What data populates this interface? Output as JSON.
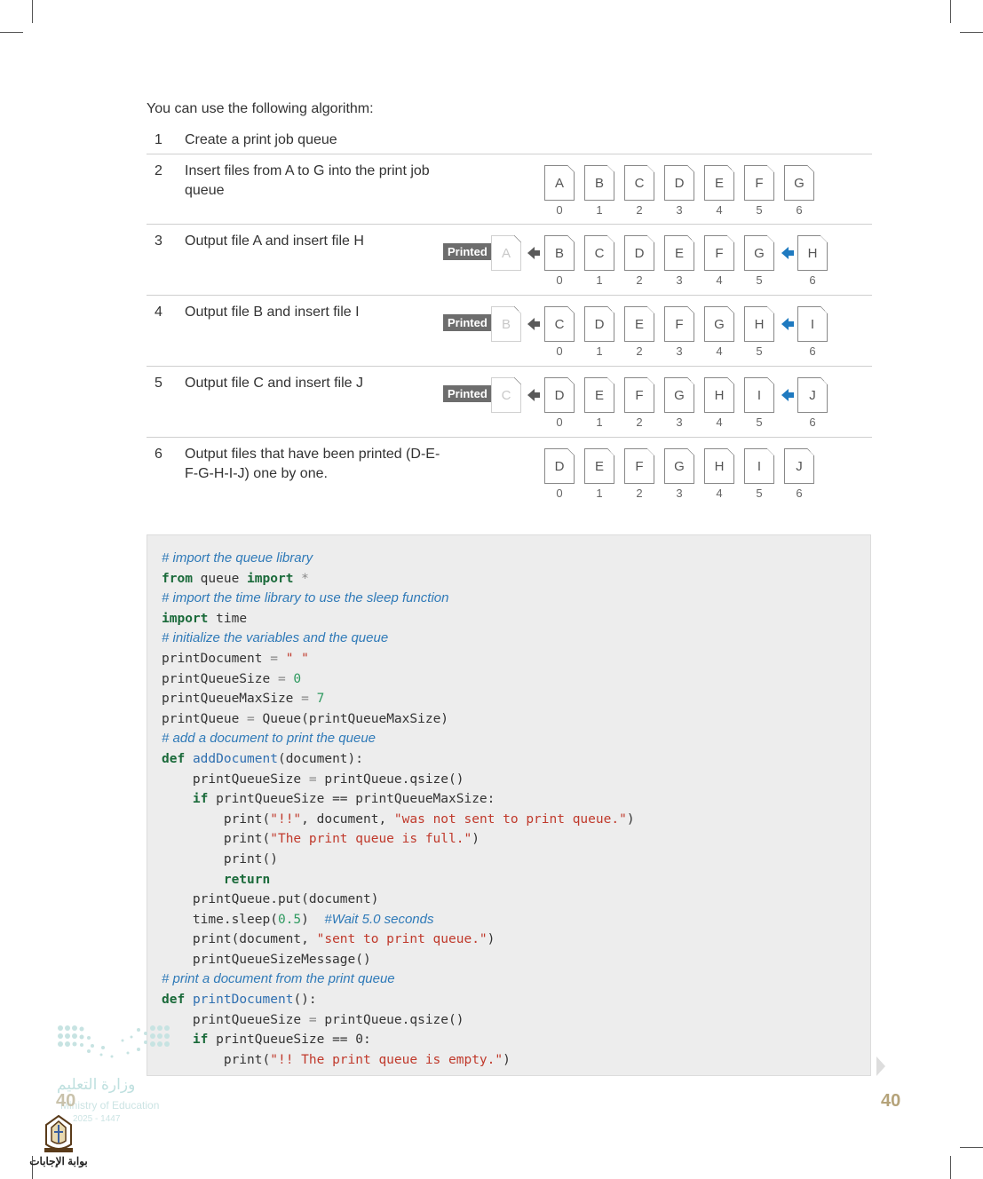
{
  "intro": "You can use the following algorithm:",
  "steps": [
    {
      "num": "1",
      "text": "Create a print job queue"
    },
    {
      "num": "2",
      "text": "Insert files from A to G into the print job queue"
    },
    {
      "num": "3",
      "text": "Output file A and insert file H"
    },
    {
      "num": "4",
      "text": "Output file B and insert file I"
    },
    {
      "num": "5",
      "text": "Output file C and insert file J"
    },
    {
      "num": "6",
      "text": "Output files that have been printed (D-E-F-G-H-I-J) one by one."
    }
  ],
  "printed_label": "Printed",
  "queues": {
    "q2": {
      "files": [
        "A",
        "B",
        "C",
        "D",
        "E",
        "F",
        "G"
      ]
    },
    "q3": {
      "out": "A",
      "files": [
        "B",
        "C",
        "D",
        "E",
        "F",
        "G",
        "H"
      ]
    },
    "q4": {
      "out": "B",
      "files": [
        "C",
        "D",
        "E",
        "F",
        "G",
        "H",
        "I"
      ]
    },
    "q5": {
      "out": "C",
      "files": [
        "D",
        "E",
        "F",
        "G",
        "H",
        "I",
        "J"
      ]
    },
    "q6": {
      "files": [
        "D",
        "E",
        "F",
        "G",
        "H",
        "I",
        "J"
      ]
    }
  },
  "indices": [
    "0",
    "1",
    "2",
    "3",
    "4",
    "5",
    "6"
  ],
  "code": {
    "l1": "# import the queue library",
    "l2_kw1": "from",
    "l2_mod": "queue",
    "l2_kw2": "import",
    "l2_star": "*",
    "l3": "# import the time library to use the sleep function",
    "l4_kw": "import",
    "l4_mod": "time",
    "l5": "# initialize the variables and the queue",
    "l6_var": "printDocument",
    "l6_eq": "=",
    "l6_str": "\" \"",
    "l7_var": "printQueueSize",
    "l7_eq": "=",
    "l7_num": "0",
    "l8_var": "printQueueMaxSize",
    "l8_eq": "=",
    "l8_num": "7",
    "l9_var": "printQueue",
    "l9_eq": "=",
    "l9_rest": "Queue(printQueueMaxSize)",
    "l10": "# add a document to print the queue",
    "l11_kw": "def",
    "l11_fn": "addDocument",
    "l11_rest": "(document):",
    "l12_a": "printQueueSize",
    "l12_eq": "=",
    "l12_b": "printQueue.qsize()",
    "l13_kw": "if",
    "l13_rest": "printQueueSize == printQueueMaxSize:",
    "l14_a": "print(",
    "l14_s1": "\"!!\"",
    "l14_b": ", document,",
    "l14_s2": "\"was not sent to print queue.\"",
    "l14_c": ")",
    "l15_a": "print(",
    "l15_s": "\"The print queue is full.\"",
    "l15_c": ")",
    "l16": "print()",
    "l17_kw": "return",
    "l18": "printQueue.put(document)",
    "l19_a": "time.sleep(",
    "l19_num": "0.5",
    "l19_b": ")",
    "l19_c": "#Wait 5.0 seconds",
    "l20_a": "print(document,",
    "l20_s": "\"sent to print queue.\"",
    "l20_c": ")",
    "l21": "printQueueSizeMessage()",
    "l22": "# print a document from the print queue",
    "l23_kw": "def",
    "l23_fn": "printDocument",
    "l23_rest": "():",
    "l24_a": "printQueueSize",
    "l24_eq": "=",
    "l24_b": "printQueue.qsize()",
    "l25_kw": "if",
    "l25_rest": "printQueueSize == 0:",
    "l26_a": "print(",
    "l26_s": "\"!! The print queue is empty.\"",
    "l26_c": ")"
  },
  "page_number": "40",
  "ministry_ar": "وزارة التعليم",
  "ministry_en": "Ministry of Education",
  "ministry_year": "2025 - 1447",
  "portal_label": "بوابة الإجابات",
  "colors": {
    "printed_bg": "#6d6d6d",
    "insert_arrow": "#1f7ac0",
    "out_arrow": "#5a5a5a",
    "page_num": "#b5a37a"
  }
}
